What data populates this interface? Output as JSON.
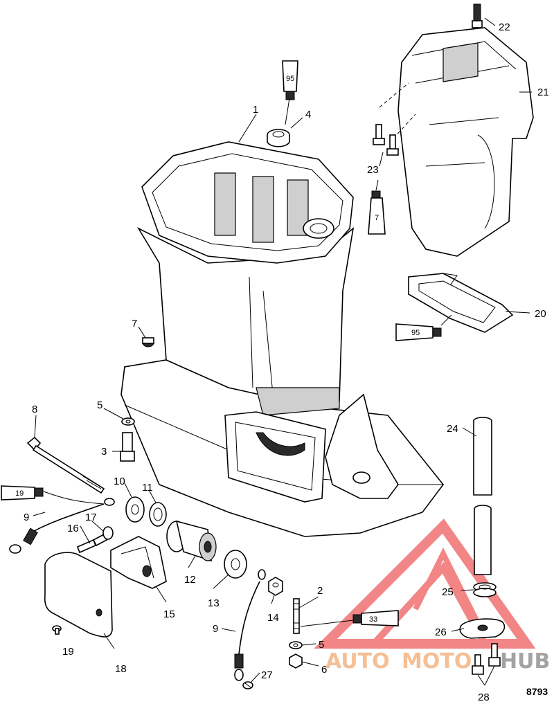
{
  "figure_number": "8793",
  "watermark": {
    "text_auto": "AUTO",
    "text_moto": "MOTO",
    "text_hub": "HUB",
    "colors": {
      "red": "#f07070",
      "orange": "#f5b98a",
      "gray": "#9a9a9a"
    }
  },
  "callouts": [
    {
      "id": "1",
      "text": "1"
    },
    {
      "id": "2",
      "text": "2"
    },
    {
      "id": "3",
      "text": "3"
    },
    {
      "id": "4",
      "text": "4"
    },
    {
      "id": "5a",
      "text": "5"
    },
    {
      "id": "5b",
      "text": "5"
    },
    {
      "id": "6",
      "text": "6"
    },
    {
      "id": "7a",
      "text": "7"
    },
    {
      "id": "8",
      "text": "8"
    },
    {
      "id": "9a",
      "text": "9"
    },
    {
      "id": "9b",
      "text": "9"
    },
    {
      "id": "10",
      "text": "10"
    },
    {
      "id": "11",
      "text": "11"
    },
    {
      "id": "12",
      "text": "12"
    },
    {
      "id": "13",
      "text": "13"
    },
    {
      "id": "14",
      "text": "14"
    },
    {
      "id": "15",
      "text": "15"
    },
    {
      "id": "16",
      "text": "16"
    },
    {
      "id": "17",
      "text": "17"
    },
    {
      "id": "18",
      "text": "18"
    },
    {
      "id": "19",
      "text": "19"
    },
    {
      "id": "20",
      "text": "20"
    },
    {
      "id": "21",
      "text": "21"
    },
    {
      "id": "22",
      "text": "22"
    },
    {
      "id": "23",
      "text": "23"
    },
    {
      "id": "24",
      "text": "24"
    },
    {
      "id": "25",
      "text": "25"
    },
    {
      "id": "26",
      "text": "26"
    },
    {
      "id": "27",
      "text": "27"
    },
    {
      "id": "28",
      "text": "28"
    }
  ],
  "sealant_tubes": [
    {
      "id": "t95a",
      "text": "95"
    },
    {
      "id": "t7",
      "text": "7"
    },
    {
      "id": "t95b",
      "text": "95"
    },
    {
      "id": "t19",
      "text": "19"
    },
    {
      "id": "t33",
      "text": "33"
    }
  ]
}
